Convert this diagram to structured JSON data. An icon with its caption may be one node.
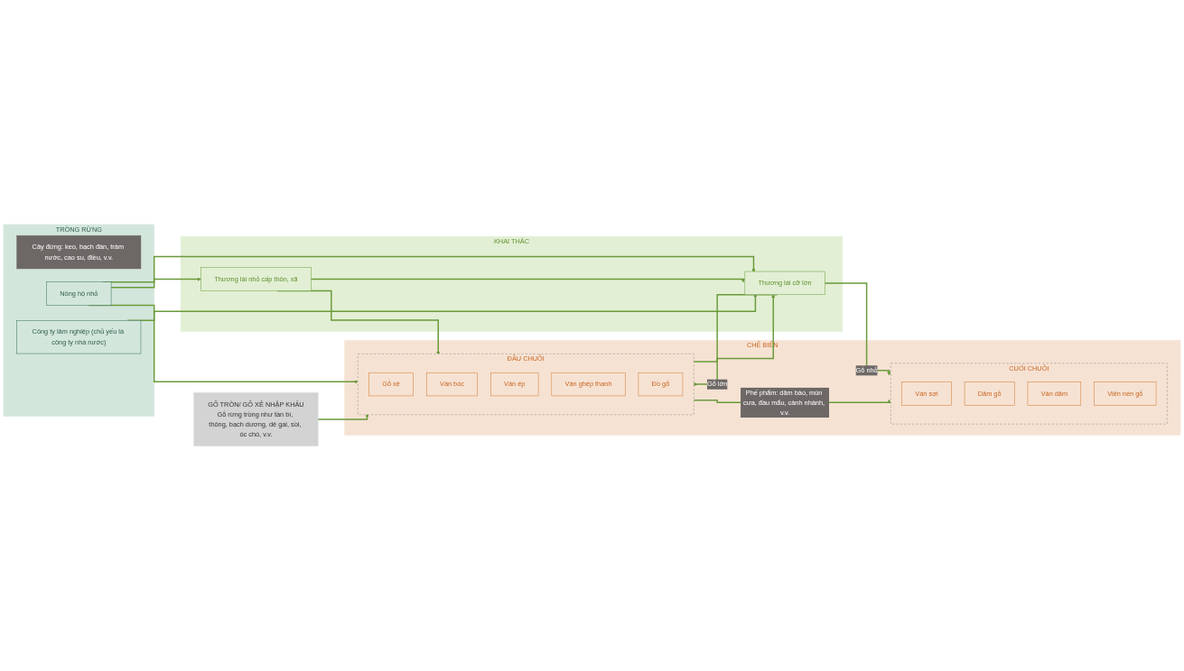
{
  "diagram": {
    "nodes": [
      {
        "text": [
          "TRỒNG RỪNG"
        ]
      },
      {
        "text": [
          "Nông hộ nhỏ"
        ],
        "in": 0
      },
      {
        "text": [
          "Cây đứng: keo, bạch đàn, tràm nước, cao su, điều, v.v."
        ],
        "in": 0
      },
      {
        "text": [
          "Công ty lâm nghiệp (chủ yếu là công ty nhà nước)"
        ],
        "in": 0
      },
      {
        "text": [
          "KHAI THÁC"
        ]
      },
      {
        "text": [
          "Thương lái nhỏ cấp thôn, xã"
        ],
        "in": 4
      },
      {
        "text": [
          "Thương lái cỡ lớn"
        ],
        "in": 4
      },
      {
        "text": [
          "CHẾ BIẾN"
        ]
      },
      {
        "text": [
          "ĐẦU CHUỖI"
        ],
        "in": 7
      },
      {
        "text": [
          "Gỗ xẻ"
        ],
        "in": 8
      },
      {
        "text": [
          "Ván bóc"
        ],
        "in": 8
      },
      {
        "text": [
          "Ván ép"
        ],
        "in": 8
      },
      {
        "text": [
          "Ván ghép thanh"
        ],
        "in": 8
      },
      {
        "text": [
          "Đồ gỗ"
        ],
        "in": 8
      },
      {
        "text": [
          "CUỐI CHUỖI"
        ],
        "in": 7
      },
      {
        "text": [
          "Ván sợi"
        ],
        "in": 14
      },
      {
        "text": [
          "Dăm gỗ"
        ],
        "in": 14
      },
      {
        "text": [
          "Ván dăm"
        ],
        "in": 14
      },
      {
        "text": [
          "Viên nén gỗ"
        ],
        "in": 14
      },
      {
        "text": [
          "GỖ TRÒN/ GỖ XẺ NHẬP KHẨU",
          "Gỗ rừng trồng như tần bì, thông, bạch dương, dẻ gai, sồi, óc chó, v.v."
        ]
      }
    ],
    "edges": [
      {
        "from": 1,
        "to": 8,
        "arrow": "to"
      },
      {
        "from": 1,
        "to": 5,
        "arrow": "to"
      },
      {
        "from": 1,
        "to": 6,
        "arrow": "to"
      },
      {
        "from": 5,
        "to": 8,
        "arrow": "to"
      },
      {
        "from": 5,
        "to": 6,
        "arrow": "to"
      },
      {
        "from": 3,
        "to": 6,
        "arrow": "to"
      },
      {
        "from": 6,
        "to": 8,
        "arrow": "to",
        "label": "Gỗ lớn"
      },
      {
        "from": 8,
        "to": 6,
        "arrow": "to"
      },
      {
        "from": 6,
        "to": 14,
        "arrow": "to",
        "label": "Gỗ nhỏ"
      },
      {
        "from": 8,
        "to": 14,
        "arrow": "to",
        "label": "Phế phẩm: dăm bào, mùn cưa, đầu mẩu, cành nhánh, v.v."
      },
      {
        "from": 19,
        "to": 8,
        "arrow": "to"
      }
    ]
  }
}
